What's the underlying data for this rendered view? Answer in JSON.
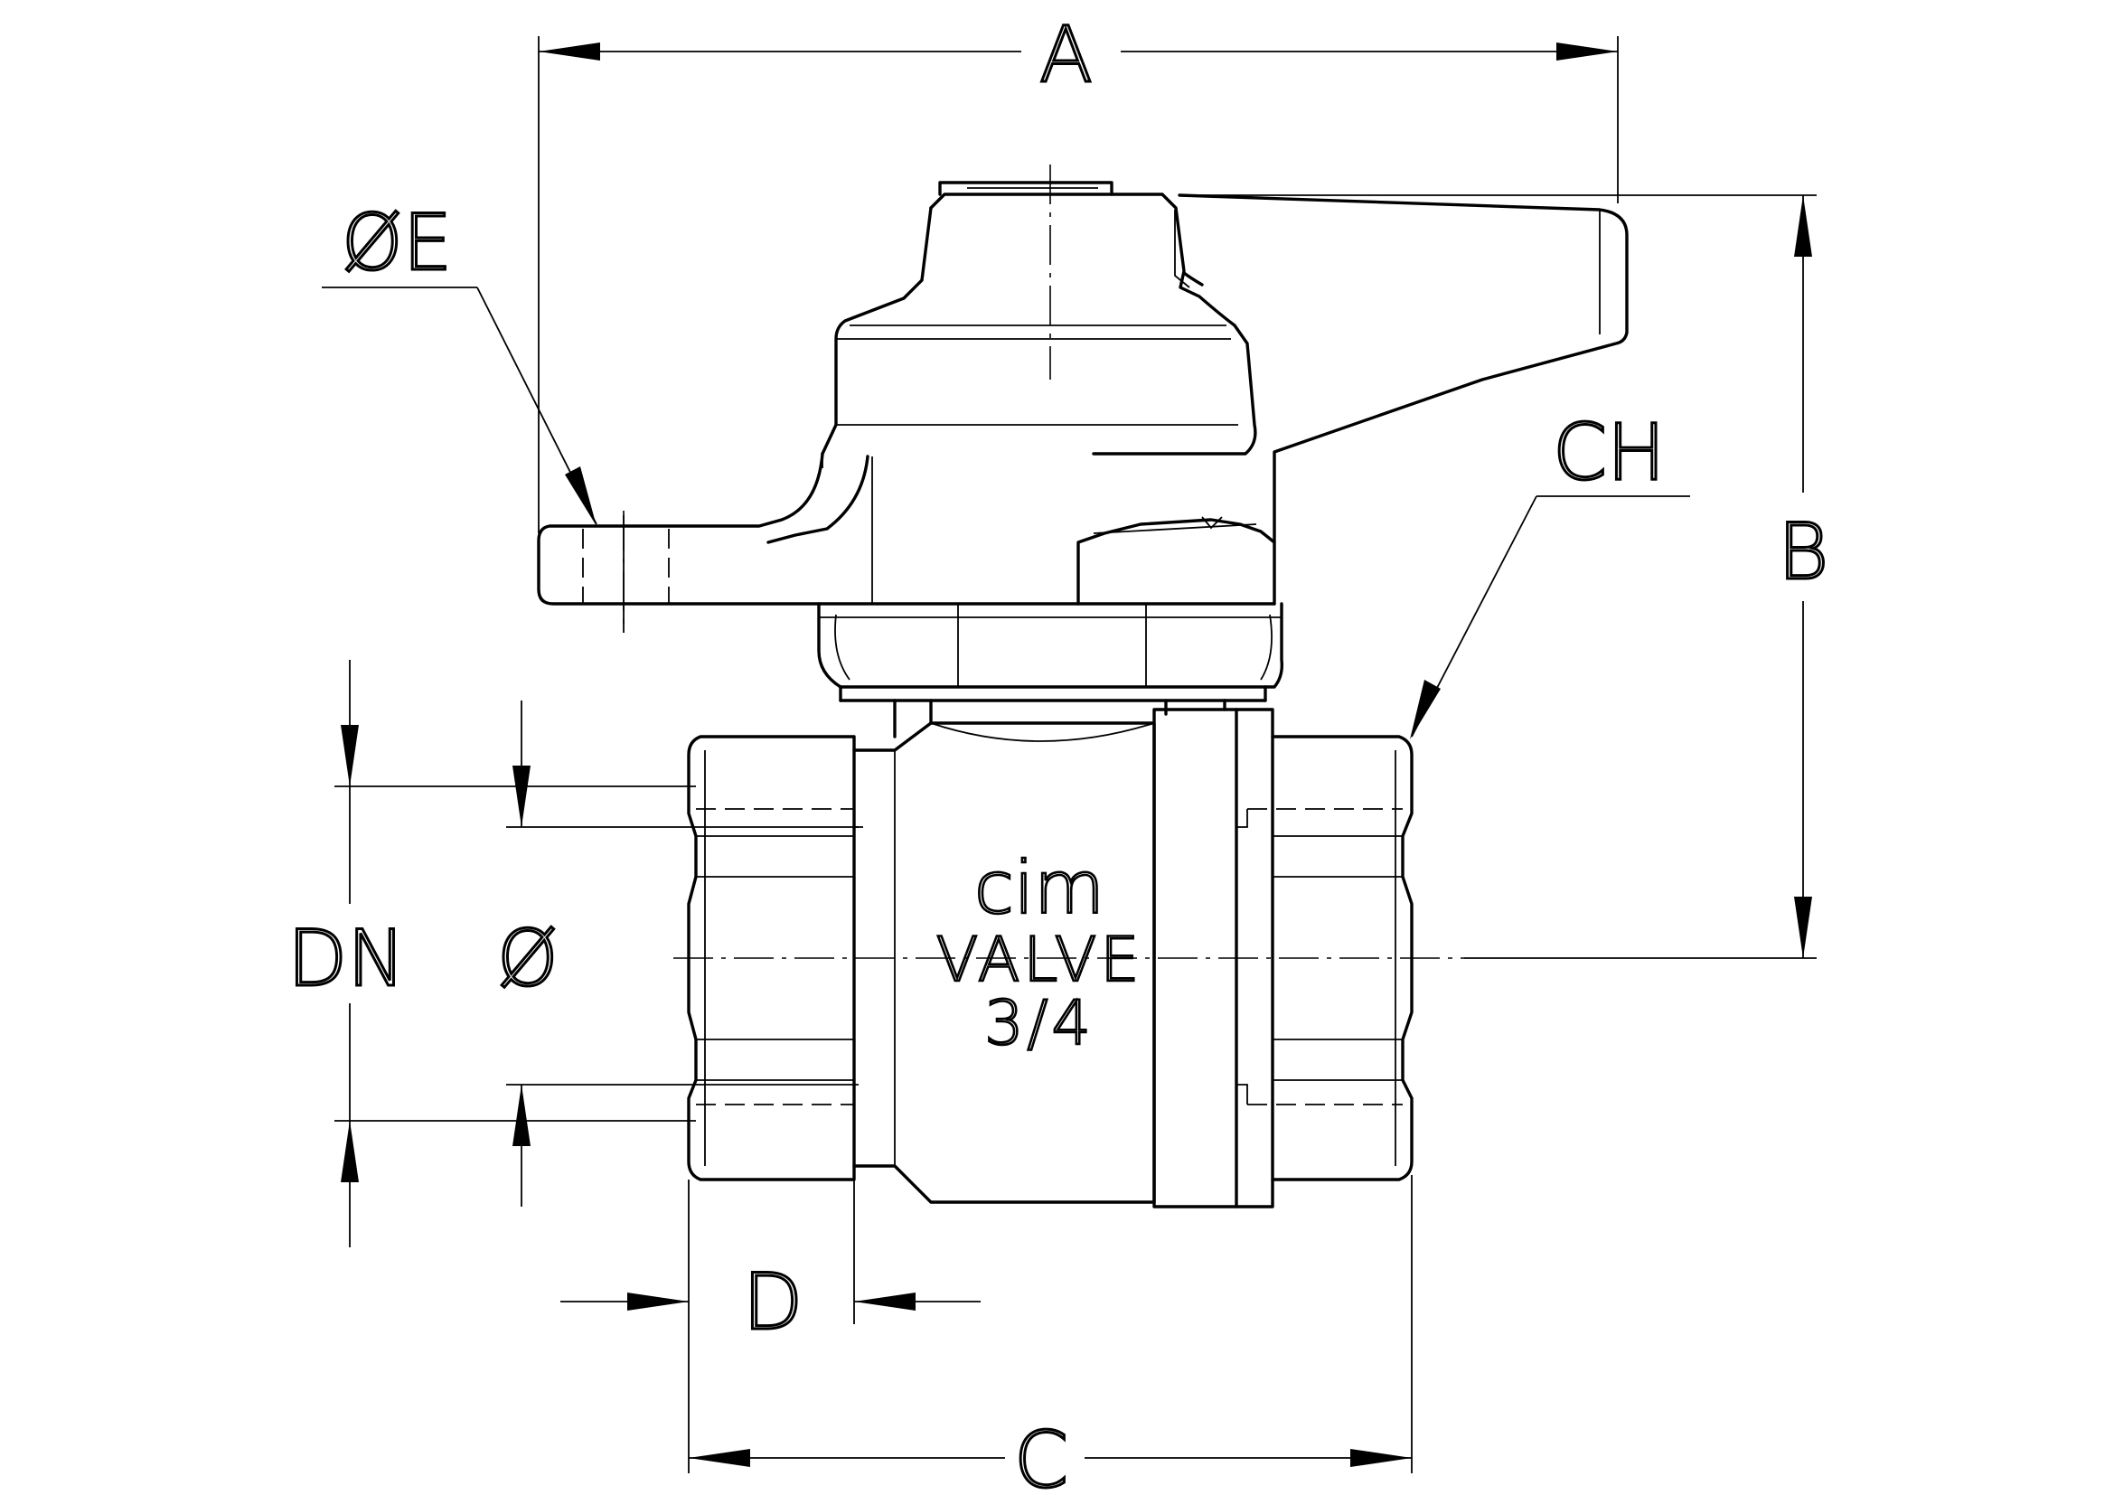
{
  "dimensions": {
    "A": "A",
    "B": "B",
    "C": "C",
    "D": "D",
    "DN": "DN",
    "bore": "Ø",
    "handle_hole": "ØE",
    "hex": "CH"
  },
  "body_marking": {
    "brand": "cim",
    "line1": "VALVE",
    "line2": "3/4"
  }
}
